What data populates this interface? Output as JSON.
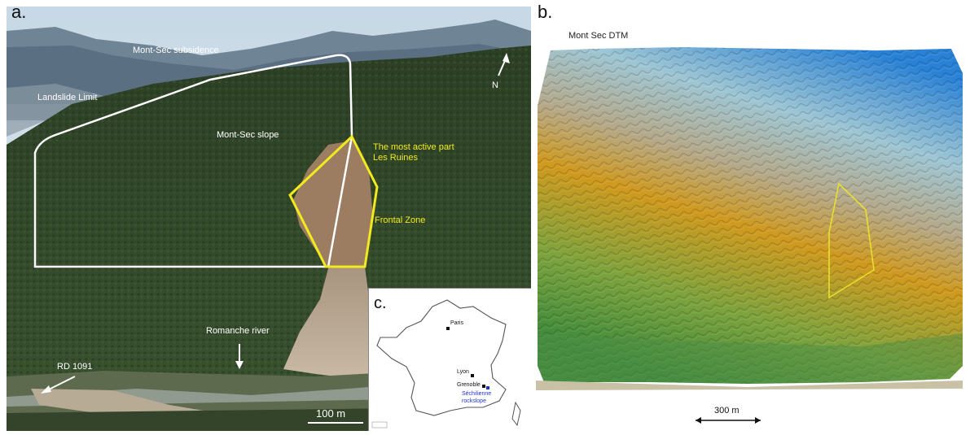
{
  "panel_a": {
    "letter": "a.",
    "labels": {
      "subsidence": "Mont-Sec subsidence",
      "limit": "Landslide Limit",
      "slope": "Mont-Sec slope",
      "active1": "The most active part",
      "active2": "Les Ruines",
      "frontal": "Frontal Zone",
      "river": "Romanche river",
      "road": "RD 1091",
      "north": "N",
      "scale": "100 m"
    },
    "colors": {
      "limit": "#ffffff",
      "active": "#f2ea1e"
    }
  },
  "panel_b": {
    "letter": "b.",
    "title": "Mont Sec DTM",
    "scale": "300 m",
    "colors": {
      "outline": "#e8e02a"
    }
  },
  "panel_c": {
    "letter": "c.",
    "cities": {
      "paris": "Paris",
      "lyon": "Lyon",
      "grenoble": "Grenoble",
      "site1": "Séchilienne",
      "site2": "rockslope"
    },
    "colors": {
      "site": "#2233cc"
    }
  }
}
